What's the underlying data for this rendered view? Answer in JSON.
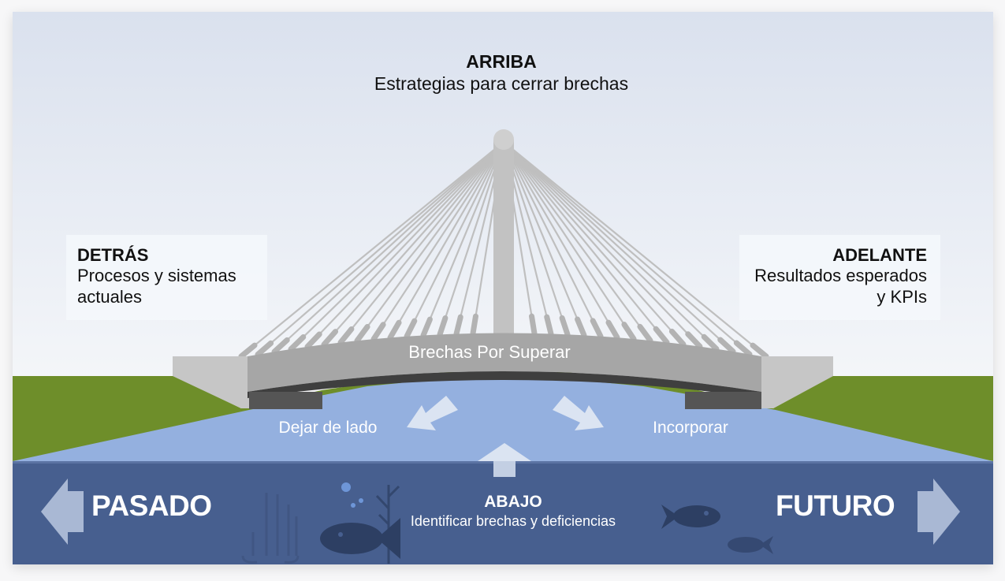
{
  "colors": {
    "sky_top": "#dde3ef",
    "sky_bottom": "#f3f5f8",
    "grass": "#6e8e2a",
    "river": "#94b0df",
    "deep_water": "#475f8f",
    "bridge_light": "#c8c8c8",
    "bridge_mid": "#a6a6a6",
    "bridge_dark": "#555555",
    "arrow_pale": "#dbe4f2",
    "fish": "#2d3f63"
  },
  "top": {
    "title": "ARRIBA",
    "text": "Estrategias para cerrar brechas"
  },
  "left": {
    "title": "DETRÁS",
    "text": "Procesos y sistemas actuales"
  },
  "right": {
    "title": "ADELANTE",
    "text": "Resultados esperados y KPIs"
  },
  "bridge": {
    "label": "Brechas Por Superar"
  },
  "river": {
    "left_label": "Dejar de lado",
    "right_label": "Incorporar"
  },
  "bottom": {
    "past_label": "PASADO",
    "future_label": "FUTURO",
    "title": "ABAJO",
    "text": "Identificar brechas y deficiencias"
  },
  "icons": {
    "past": "arrow-left-icon",
    "future": "arrow-right-icon",
    "up": "arrow-up-icon",
    "leave": "arrow-down-left-icon",
    "include": "arrow-down-right-icon"
  }
}
